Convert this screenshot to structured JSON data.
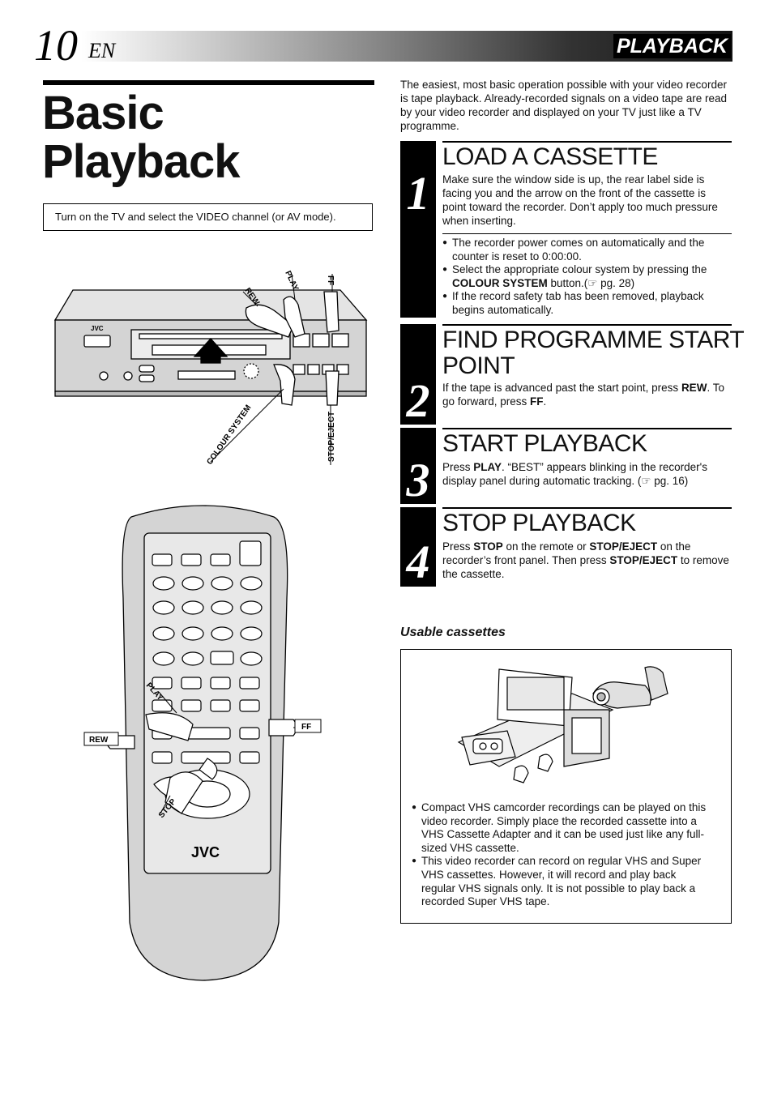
{
  "header": {
    "page_number": "10",
    "language": "EN",
    "section": "PLAYBACK"
  },
  "title": {
    "line1": "Basic",
    "line2": "Playback"
  },
  "note": "Turn on the TV and select the VIDEO channel (or AV mode).",
  "intro": "The easiest, most basic operation possible with your video recorder is tape playback. Already-recorded signals on a video tape are read by your video recorder and displayed on your TV just like a TV programme.",
  "steps": [
    {
      "number": "1",
      "heading": "LOAD A CASSETTE",
      "body": "Make sure the window side is up, the rear label side is facing you and the arrow on the front of the cassette is point toward the recorder. Don’t apply too much pressure when inserting.",
      "bullets": {
        "b1": "The recorder power comes on automatically and the counter is reset to 0:00:00.",
        "b2_pre": "Select the appropriate colour system by pressing the ",
        "b2_bold": "COLOUR SYSTEM",
        "b2_post": " button.(☞ pg. 28)",
        "b3": "If the record safety tab has been removed, playback begins automatically."
      }
    },
    {
      "number": "2",
      "heading_line1": "FIND PROGRAMME START",
      "heading_line2": "POINT",
      "p1": "If the tape is advanced past the start point, press ",
      "b1": "REW",
      "p2": ". To go forward, press ",
      "b2": "FF",
      "p3": "."
    },
    {
      "number": "3",
      "heading": "START PLAYBACK",
      "p1": "Press ",
      "b1": "PLAY",
      "p2": ". “BEST” appears blinking in the recorder's display panel during automatic tracking. (☞ pg. 16)"
    },
    {
      "number": "4",
      "heading": "STOP PLAYBACK",
      "p1": "Press ",
      "b1": "STOP",
      "p2": " on the remote or ",
      "b2": "STOP/EJECT",
      "p3": " on the recorder’s front panel. Then press ",
      "b3": "STOP/EJECT",
      "p4": " to remove the cassette."
    }
  ],
  "usable": {
    "heading": "Usable cassettes",
    "bullets": [
      "Compact VHS camcorder recordings can be played on this video recorder. Simply place the recorded cassette into a VHS Cassette Adapter and it can be used just like any full-sized VHS cassette.",
      "This video recorder can record on regular VHS and Super VHS cassettes. However, it will record and play back regular VHS signals only. It is not possible to play back a recorded Super VHS tape."
    ]
  },
  "vcr_labels": {
    "brand": "JVC",
    "rew": "REW",
    "play": "PLAY",
    "ff": "FF",
    "colour_system": "COLOUR SYSTEM",
    "stop_eject": "STOP/EJECT"
  },
  "remote_labels": {
    "brand": "JVC",
    "play": "PLAY",
    "rew": "REW",
    "ff": "FF",
    "stop": "STOP"
  },
  "colors": {
    "ink": "#000000",
    "illustration_fill": "#d4d4d4"
  }
}
